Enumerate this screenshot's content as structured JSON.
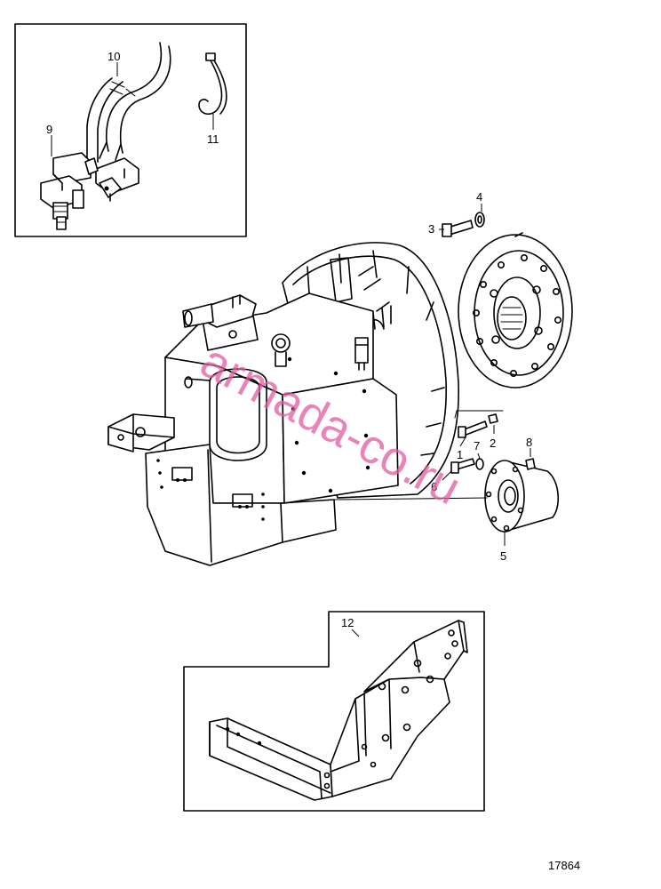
{
  "figure_number": "17864",
  "watermark": "armada-co.ru",
  "callouts": {
    "c1": "1",
    "c2": "2",
    "c3": "3",
    "c4": "4",
    "c5": "5",
    "c6": "6",
    "c7": "7",
    "c8": "8",
    "c9": "9",
    "c10": "10",
    "c11": "11",
    "c12": "12"
  },
  "icons": {
    "solenoid_valve": "solenoid-valve-icon",
    "cable_harness": "cable-harness-icon",
    "cable_clip": "cable-clip-icon",
    "gearbox": "gearbox-icon",
    "flex_plate": "flex-plate-icon",
    "output_flange": "output-flange-icon",
    "mounting_bracket": "engine-mount-bracket-icon"
  },
  "colors": {
    "line": "#000000",
    "background": "#ffffff",
    "watermark": "#e35aa0"
  }
}
